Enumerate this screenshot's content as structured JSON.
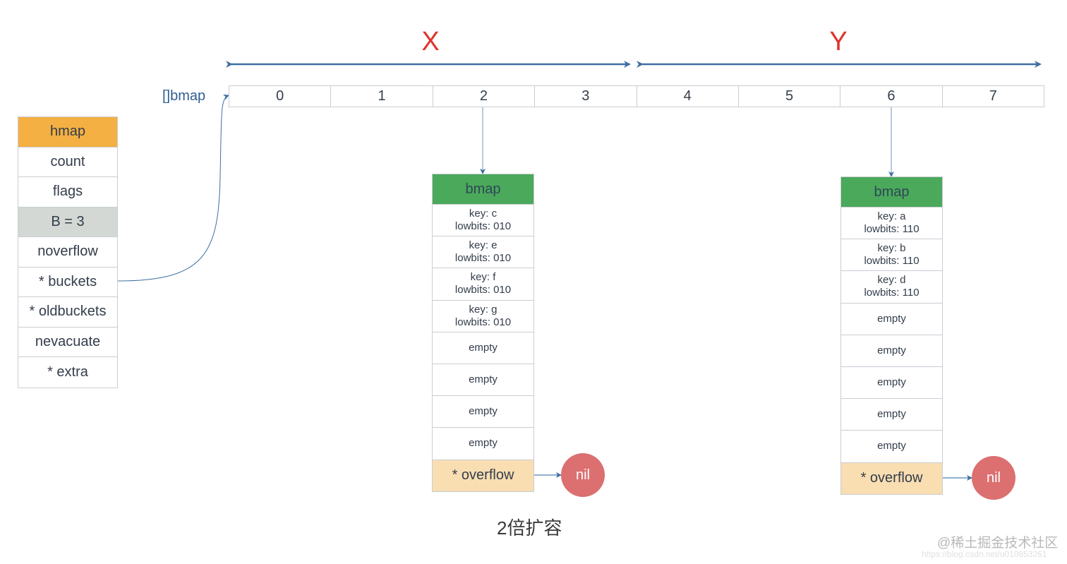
{
  "labels": {
    "x": "X",
    "y": "Y"
  },
  "array": {
    "label": "[]bmap",
    "cells": [
      "0",
      "1",
      "2",
      "3",
      "4",
      "5",
      "6",
      "7"
    ]
  },
  "hmap": {
    "fields": [
      "hmap",
      "count",
      "flags",
      "B = 3",
      "noverflow",
      "* buckets",
      "* oldbuckets",
      "nevacuate",
      "* extra"
    ]
  },
  "bucket_x": {
    "title": "bmap",
    "slots": [
      {
        "key": "key: c",
        "bits": "lowbits: 010"
      },
      {
        "key": "key: e",
        "bits": "lowbits: 010"
      },
      {
        "key": "key: f",
        "bits": "lowbits: 010"
      },
      {
        "key": "key: g",
        "bits": "lowbits: 010"
      },
      {
        "key": "empty",
        "bits": ""
      },
      {
        "key": "empty",
        "bits": ""
      },
      {
        "key": "empty",
        "bits": ""
      },
      {
        "key": "empty",
        "bits": ""
      }
    ],
    "overflow": "* overflow",
    "nil": "nil"
  },
  "bucket_y": {
    "title": "bmap",
    "slots": [
      {
        "key": "key: a",
        "bits": "lowbits: 110"
      },
      {
        "key": "key: b",
        "bits": "lowbits: 110"
      },
      {
        "key": "key: d",
        "bits": "lowbits: 110"
      },
      {
        "key": "empty",
        "bits": ""
      },
      {
        "key": "empty",
        "bits": ""
      },
      {
        "key": "empty",
        "bits": ""
      },
      {
        "key": "empty",
        "bits": ""
      },
      {
        "key": "empty",
        "bits": ""
      }
    ],
    "overflow": "* overflow",
    "nil": "nil"
  },
  "caption": "2倍扩容",
  "watermark": "@稀土掘金技术社区",
  "watermark_url": "https://blog.csdn.net/u010853261",
  "colors": {
    "hmap_header": "#f4b042",
    "b_field": "#d3d8d4",
    "bmap_header": "#4aa95a",
    "overflow": "#f9deb2",
    "nil": "#dc6f70",
    "arrow": "#3d6fa3",
    "xy_label": "#e0332c"
  }
}
